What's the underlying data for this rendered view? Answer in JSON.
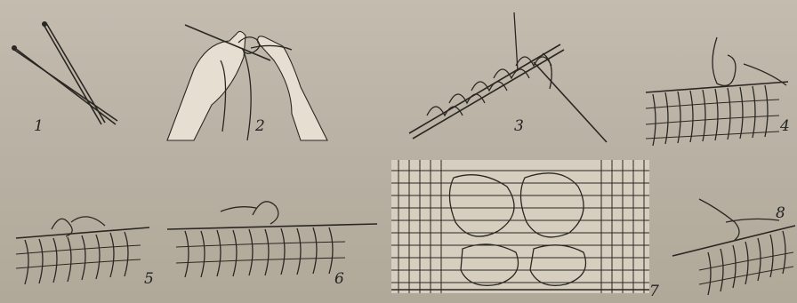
{
  "figures": [
    {
      "id": 1,
      "label": "1",
      "icon": "knitting-needles-icon"
    },
    {
      "id": 2,
      "label": "2",
      "icon": "hands-casting-on-icon"
    },
    {
      "id": 3,
      "label": "3",
      "icon": "cast-on-loops-icon"
    },
    {
      "id": 4,
      "label": "4",
      "icon": "knit-stitch-icon"
    },
    {
      "id": 5,
      "label": "5",
      "icon": "knit-row-icon"
    },
    {
      "id": 6,
      "label": "6",
      "icon": "purl-row-icon"
    },
    {
      "id": 7,
      "label": "7",
      "icon": "lace-pattern-icon"
    },
    {
      "id": 8,
      "label": "8",
      "icon": "stitch-detail-icon"
    }
  ],
  "colors": {
    "paper": "#bdb5a7",
    "ink": "#2a2723"
  }
}
